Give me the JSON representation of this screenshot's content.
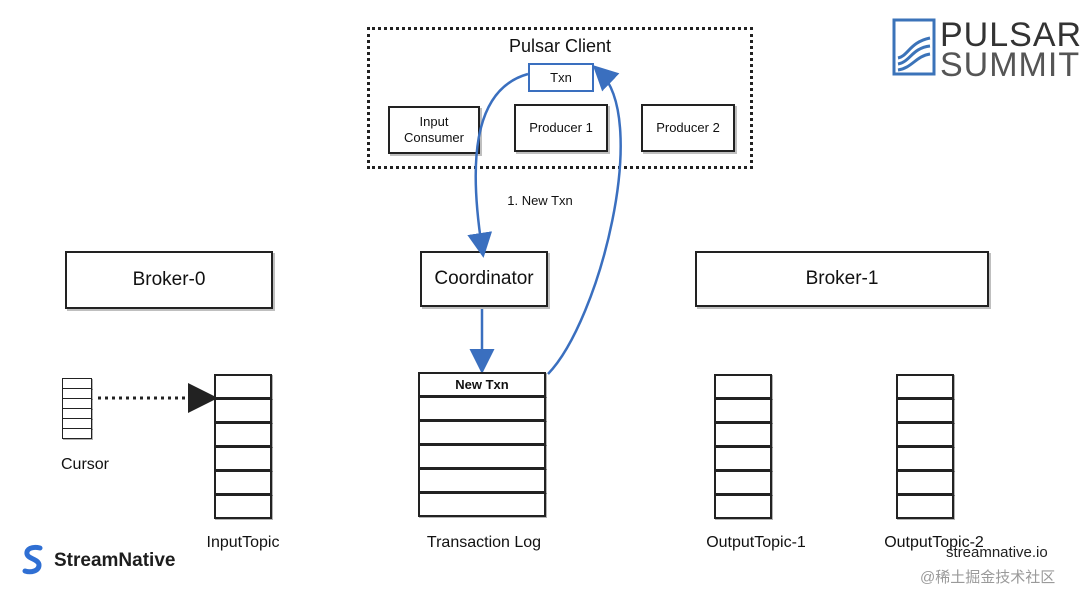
{
  "brand": {
    "top_right_line1": "PULSAR",
    "top_right_line2": "SUMMIT",
    "bottom_left": "StreamNative",
    "url": "streamnative.io",
    "watermark": "@稀土掘金技术社区",
    "colors": {
      "accent_blue": "#3a6fbf",
      "logo_blue": "#3b73b9",
      "sn_blue": "#2f6fd3"
    }
  },
  "client": {
    "title": "Pulsar Client",
    "txn_label": "Txn",
    "input_consumer": "Input\nConsumer",
    "producer1": "Producer 1",
    "producer2": "Producer 2"
  },
  "arrows": {
    "new_txn_request": "1. New Txn"
  },
  "components": {
    "broker0": "Broker-0",
    "coordinator": "Coordinator",
    "broker1": "Broker-1"
  },
  "storage": {
    "cursor": "Cursor",
    "input_topic": "InputTopic",
    "transaction_log": "Transaction Log",
    "new_txn_entry": "New Txn",
    "output_topic_1": "OutputTopic-1",
    "output_topic_2": "OutputTopic-2"
  }
}
